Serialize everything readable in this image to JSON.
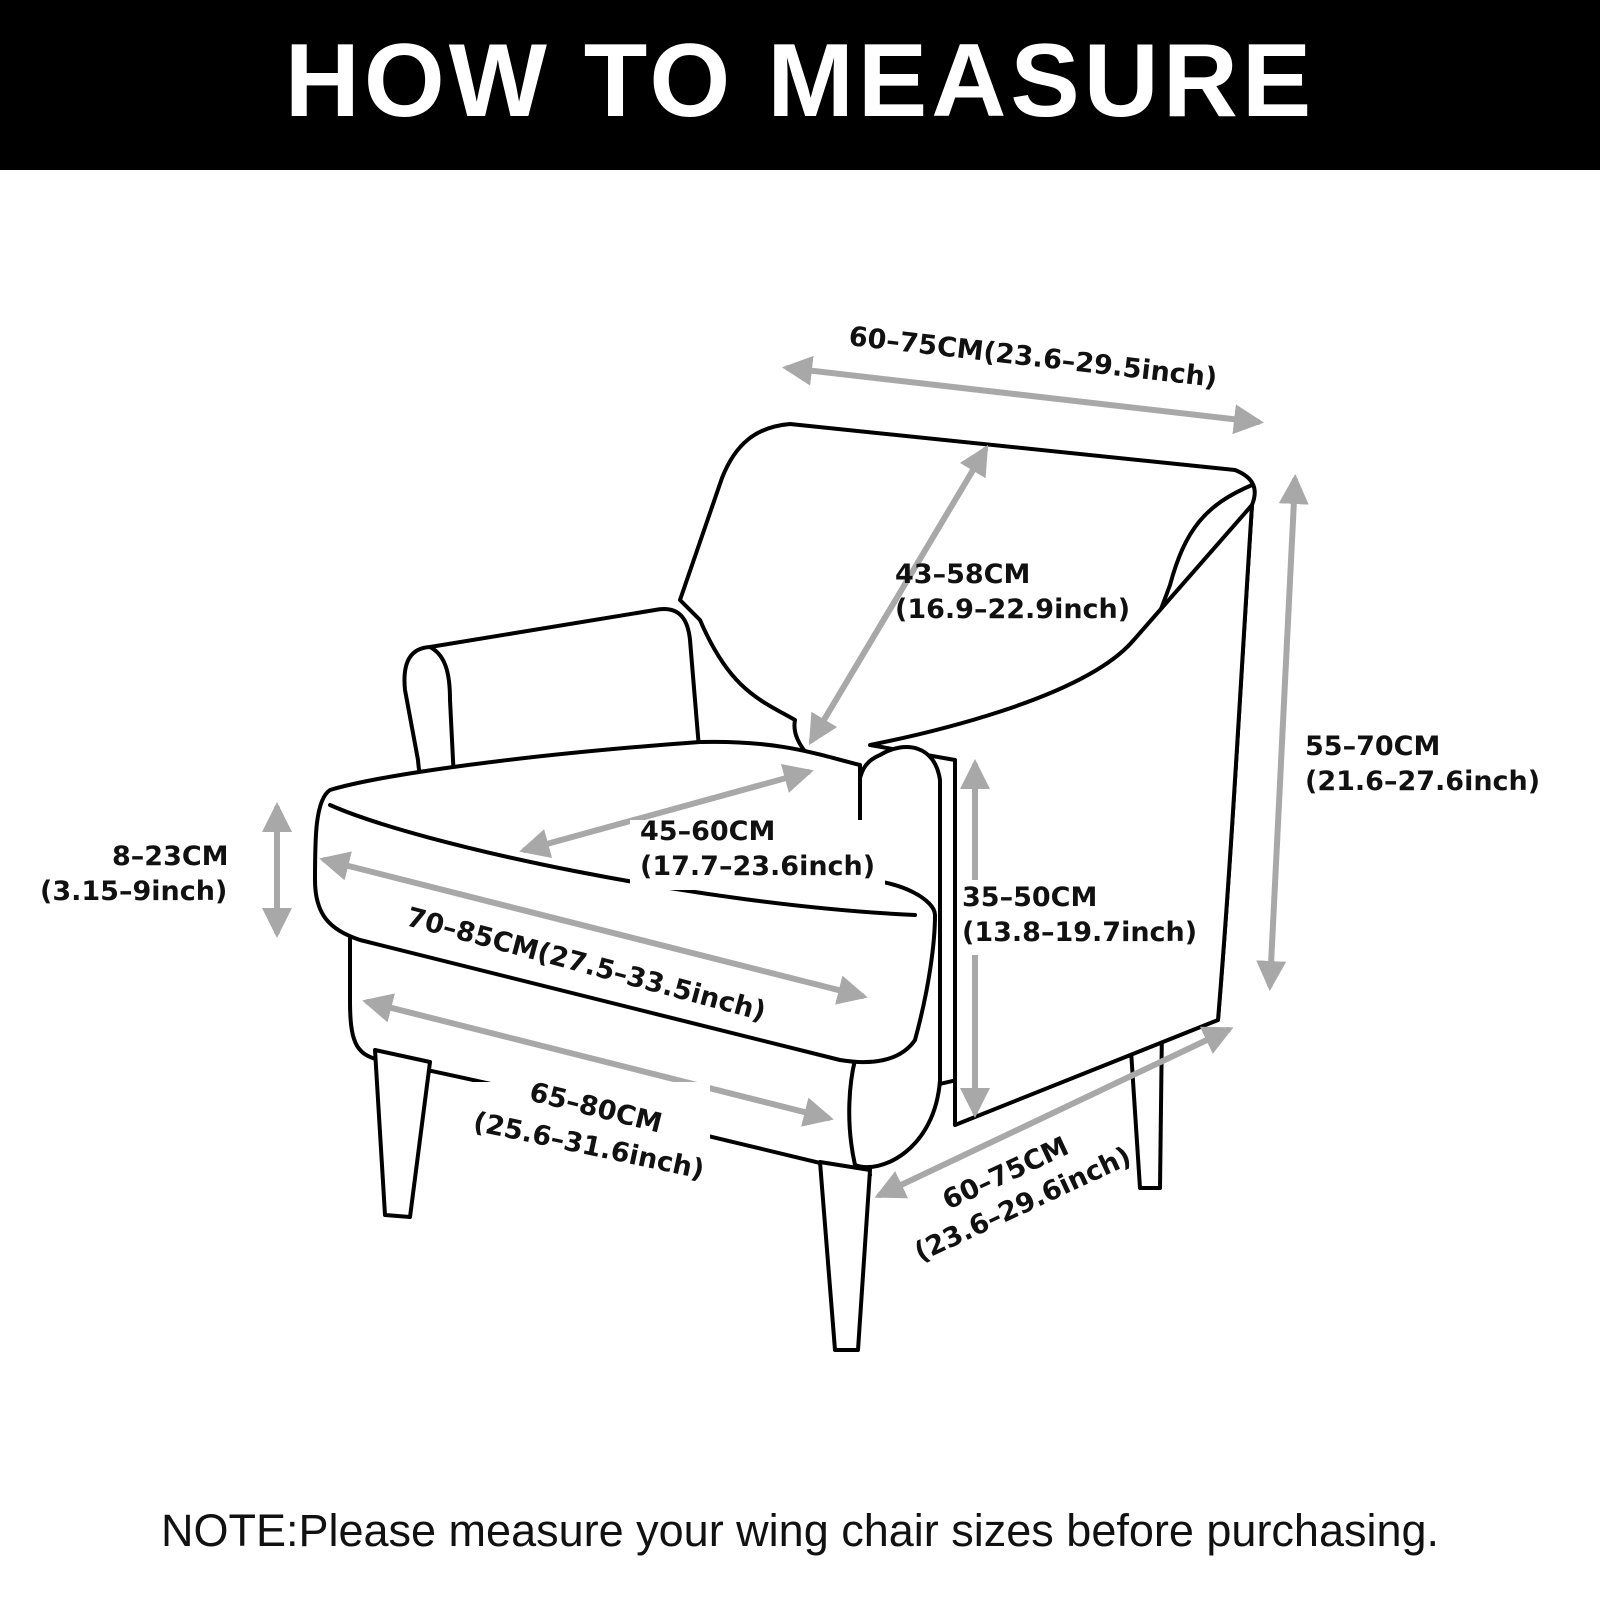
{
  "header": {
    "title": "HOW TO MEASURE"
  },
  "dimensions": {
    "back_width": {
      "line1": "60–75CM(23.6–29.5inch)"
    },
    "back_height": {
      "line1": "43–58CM",
      "line2": "(16.9–22.9inch)"
    },
    "total_height": {
      "line1": "55–70CM",
      "line2": "(21.6–27.6inch)"
    },
    "seat_depth": {
      "line1": "45–60CM",
      "line2": "(17.7–23.6inch)"
    },
    "cushion_thickness": {
      "line1": "8–23CM",
      "line2": "(3.15–9inch)"
    },
    "seat_width": {
      "line1": "70–85CM(27.5–33.5inch)"
    },
    "arm_height": {
      "line1": "35–50CM",
      "line2": "(13.8–19.7inch)"
    },
    "front_width": {
      "line1": "65–80CM",
      "line2": "(25.6–31.6inch)"
    },
    "side_depth": {
      "line1": "60–75CM",
      "line2": "(23.6–29.6inch)"
    }
  },
  "colors": {
    "header_background": "#000000",
    "header_text": "#ffffff",
    "outline": "#000000",
    "arrow": "#a8a8a8",
    "label": "#111111"
  },
  "note": {
    "text": "NOTE:Please measure your wing chair sizes before purchasing."
  }
}
